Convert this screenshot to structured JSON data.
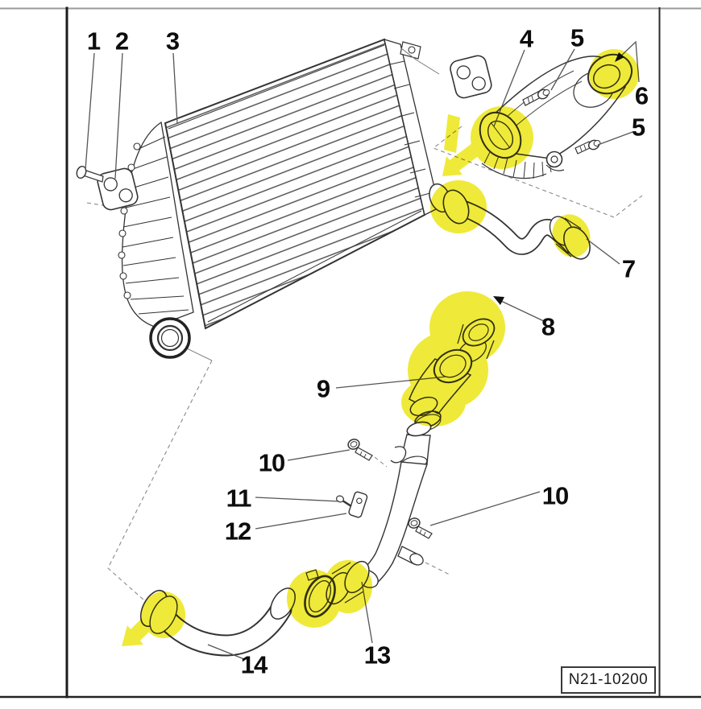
{
  "figure": {
    "type": "exploded-parts-diagram",
    "frame_label": {
      "text": "N21-10200"
    },
    "callouts": [
      {
        "id": "callout-1",
        "label": "1"
      },
      {
        "id": "callout-2",
        "label": "2"
      },
      {
        "id": "callout-3",
        "label": "3"
      },
      {
        "id": "callout-4",
        "label": "4"
      },
      {
        "id": "callout-5-upper",
        "label": "5"
      },
      {
        "id": "callout-6",
        "label": "6"
      },
      {
        "id": "callout-5-lower",
        "label": "5"
      },
      {
        "id": "callout-7",
        "label": "7"
      },
      {
        "id": "callout-8",
        "label": "8"
      },
      {
        "id": "callout-9",
        "label": "9"
      },
      {
        "id": "callout-10-left",
        "label": "10"
      },
      {
        "id": "callout-11",
        "label": "11"
      },
      {
        "id": "callout-12",
        "label": "12"
      },
      {
        "id": "callout-10-right",
        "label": "10"
      },
      {
        "id": "callout-13",
        "label": "13"
      },
      {
        "id": "callout-14",
        "label": "14"
      }
    ],
    "colors": {
      "highlight": "#efe93a",
      "line": "#333333",
      "background": "#ffffff"
    }
  }
}
